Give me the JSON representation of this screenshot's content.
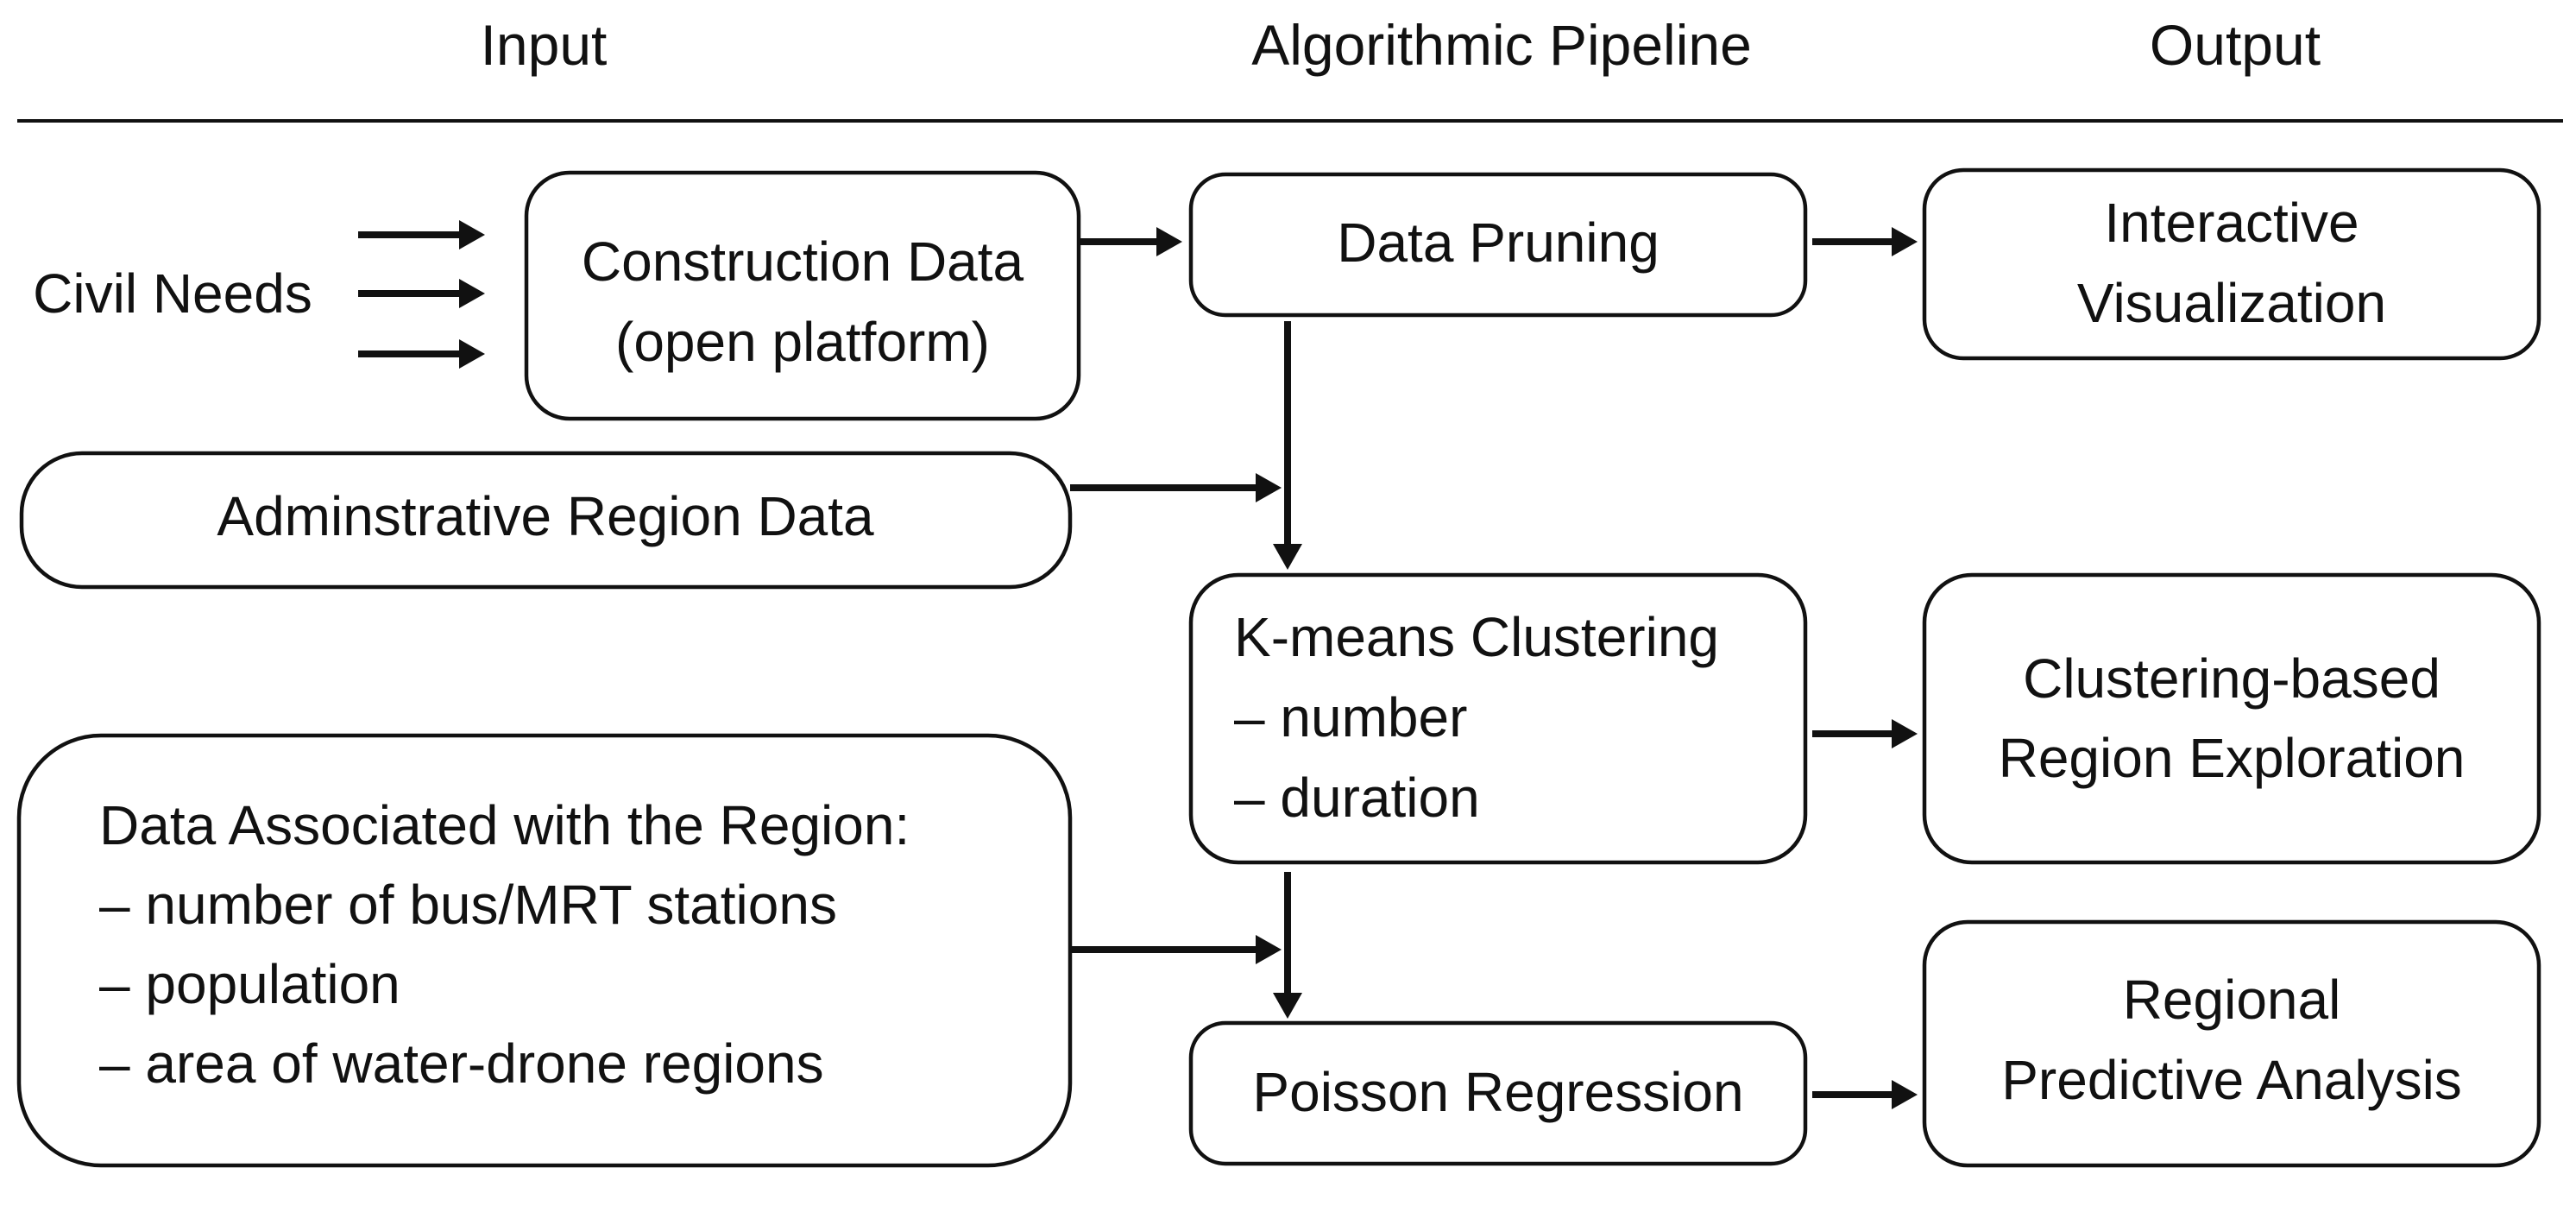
{
  "headers": {
    "input": "Input",
    "pipeline": "Algorithmic Pipeline",
    "output": "Output"
  },
  "input": {
    "civil_needs": "Civil Needs",
    "construction_data": [
      "Construction Data",
      "(open platform)"
    ],
    "admin_region": "Adminstrative Region Data",
    "region_data": {
      "title": "Data Associated with the Region:",
      "items": [
        "– number of bus/MRT stations",
        "– population",
        "– area of water-drone regions"
      ]
    }
  },
  "pipeline": {
    "data_pruning": "Data Pruning",
    "kmeans": {
      "title": "K-means Clustering",
      "items": [
        "– number",
        "– duration"
      ]
    },
    "poisson": "Poisson Regression"
  },
  "output": {
    "interactive_viz": [
      "Interactive",
      "Visualization"
    ],
    "clustering_exploration": [
      "Clustering-based",
      "Region Exploration"
    ],
    "predictive_analysis": [
      "Regional",
      "Predictive Analysis"
    ]
  }
}
